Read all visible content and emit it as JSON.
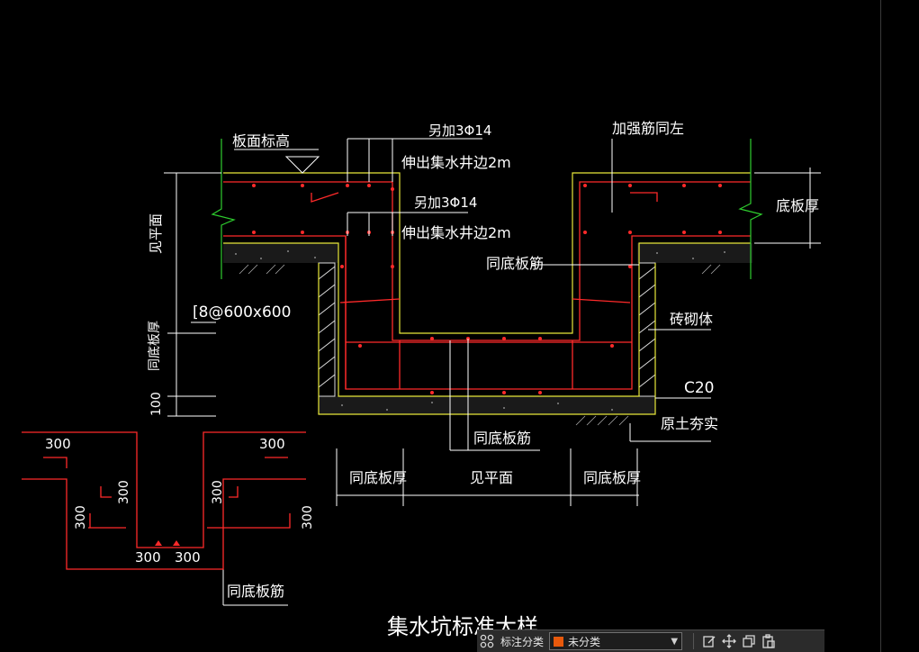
{
  "colors": {
    "outline": "#e8e83a",
    "rebar": "#ff2a2a",
    "dimension": "#ffffff",
    "ground": "#ffffff",
    "break_line": "#2ecc2e",
    "category_swatch": "#e8590c"
  },
  "labels": {
    "slab_top_elevation": "板面标高",
    "add_3phi14_top": "另加3Φ14",
    "extend_2m_top": "伸出集水井边2m",
    "add_3phi14_mid": "另加3Φ14",
    "extend_2m_mid": "伸出集水井边2m",
    "reinforce_same_left": "加强筋同左",
    "slab_thickness": "底板厚",
    "see_plan_vertical": "见平面",
    "same_as_bottom_rebar_1": "同底板筋",
    "stirrup_spec": "[8@600x600",
    "same_slab_thickness_vertical": "同底板厚",
    "dim_100": "100",
    "brick_masonry": "砖砌体",
    "concrete_c20": "C20",
    "compacted_soil": "原土夯实",
    "same_as_bottom_rebar_2": "同底板筋",
    "dim_same_slab_thickness_left": "同底板厚",
    "dim_see_plan": "见平面",
    "dim_same_slab_thickness_right": "同底板厚",
    "detail_300_1": "300",
    "detail_300_2": "300",
    "detail_300_3": "300",
    "detail_300_4": "300",
    "detail_300_5": "300",
    "detail_300_6": "300",
    "detail_300_7": "300",
    "detail_300_8": "300",
    "same_as_bottom_rebar_3": "同底板筋",
    "drawing_title": "集水坑标准大样"
  },
  "toolbar": {
    "classify_label": "标注分类",
    "category_value": "未分类",
    "icons": [
      "grid-icon",
      "edit-icon",
      "move-icon",
      "copy-icon",
      "paste-icon"
    ]
  }
}
